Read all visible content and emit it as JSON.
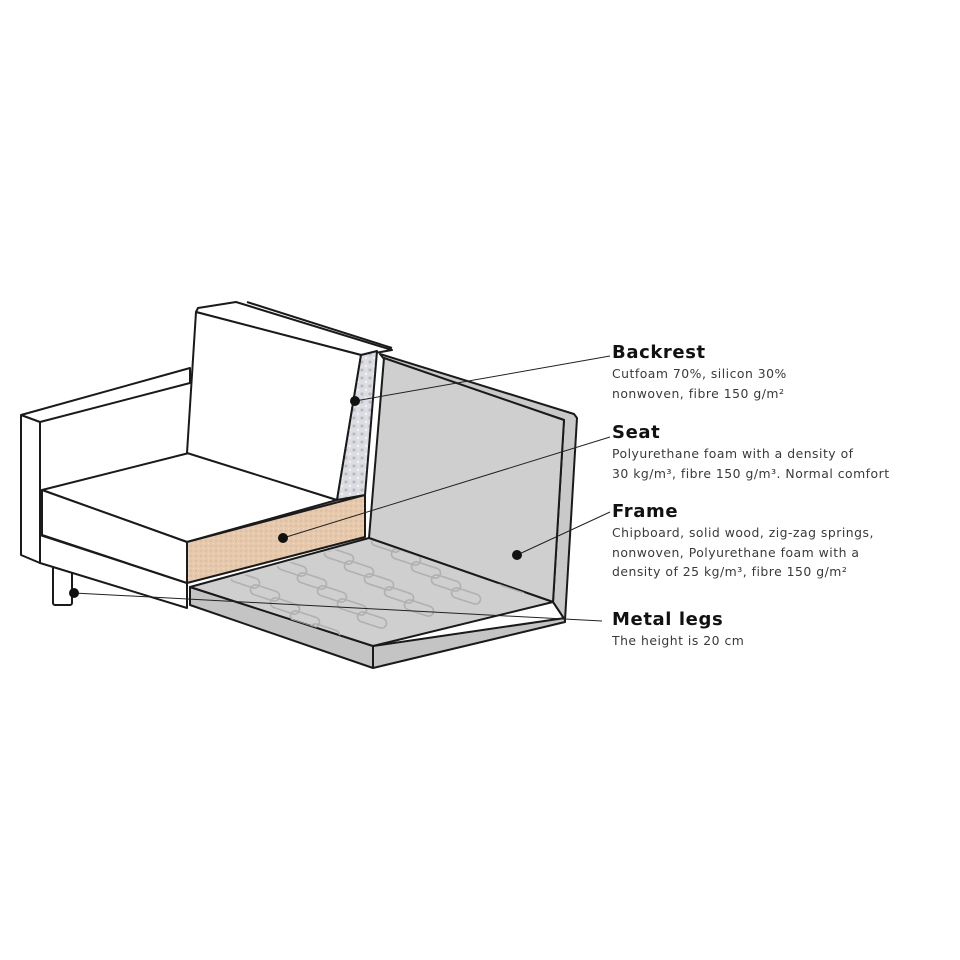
{
  "colors": {
    "outline": "#1a1a1a",
    "frame": "#cfcfcf",
    "seat_foam": "#e6c9ad",
    "back_foam": "#d8d8dc",
    "cushion": "#ffffff",
    "spring": "#b5b5b5"
  },
  "labels": [
    {
      "title": "Backrest",
      "lines": [
        "Cutfoam 70%, silicon 30%",
        "nonwoven, fibre 150 g/m²"
      ]
    },
    {
      "title": "Seat",
      "lines": [
        "Polyurethane foam with a density of",
        "30 kg/m³, fibre 150 g/m³. Normal comfort"
      ]
    },
    {
      "title": "Frame",
      "lines": [
        "Chipboard, solid wood, zig-zag springs,",
        "nonwoven, Polyurethane foam with a",
        "density of 25 kg/m³, fibre 150 g/m²"
      ]
    },
    {
      "title": "Metal legs",
      "lines": [
        "The height is 20 cm"
      ]
    }
  ]
}
